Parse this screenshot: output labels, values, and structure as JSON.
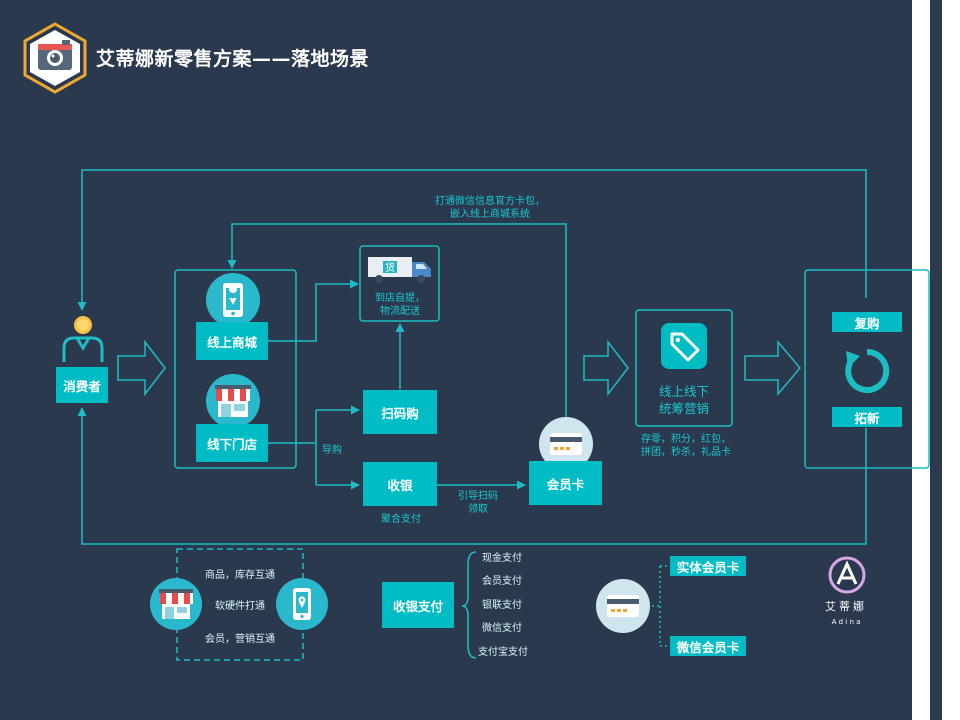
{
  "title": "艾蒂娜新零售方案——落地场景",
  "consumer": "消费者",
  "online_store": "线上商城",
  "offline_store": "线下门店",
  "truck_caption": "到店自提，\n物流配送",
  "truck_sign": "货",
  "scan_buy": "扫码购",
  "cashier": "收银",
  "member_card": "会员卡",
  "top_note": "打通微信信息官方卡包，\n嵌入线上商城系统",
  "guide": "导购",
  "guide_scan": "引导扫码\n领取",
  "aggregate_pay": "聚合支付",
  "omni_marketing": "线上线下\n统筹营销",
  "marketing_methods": "存零，积分，红包，\n拼团，秒杀，礼品卡",
  "repurchase": "复购",
  "acquire": "拓新",
  "sync_items": [
    "商品，库存互通",
    "软硬件打通",
    "会员，营销互通"
  ],
  "payment_title": "收银支付",
  "payment_methods": [
    "现金支付",
    "会员支付",
    "银联支付",
    "微信支付",
    "支付宝支付"
  ],
  "entity_card": "实体会员卡",
  "wechat_card": "微信会员卡",
  "logo_cn": "艾蒂娜",
  "logo_en": "A d i n a",
  "colors": {
    "background": "#2b394f",
    "accent": "#00bcc4",
    "line": "#1dbdc4",
    "circle": "#5ec6d8"
  }
}
